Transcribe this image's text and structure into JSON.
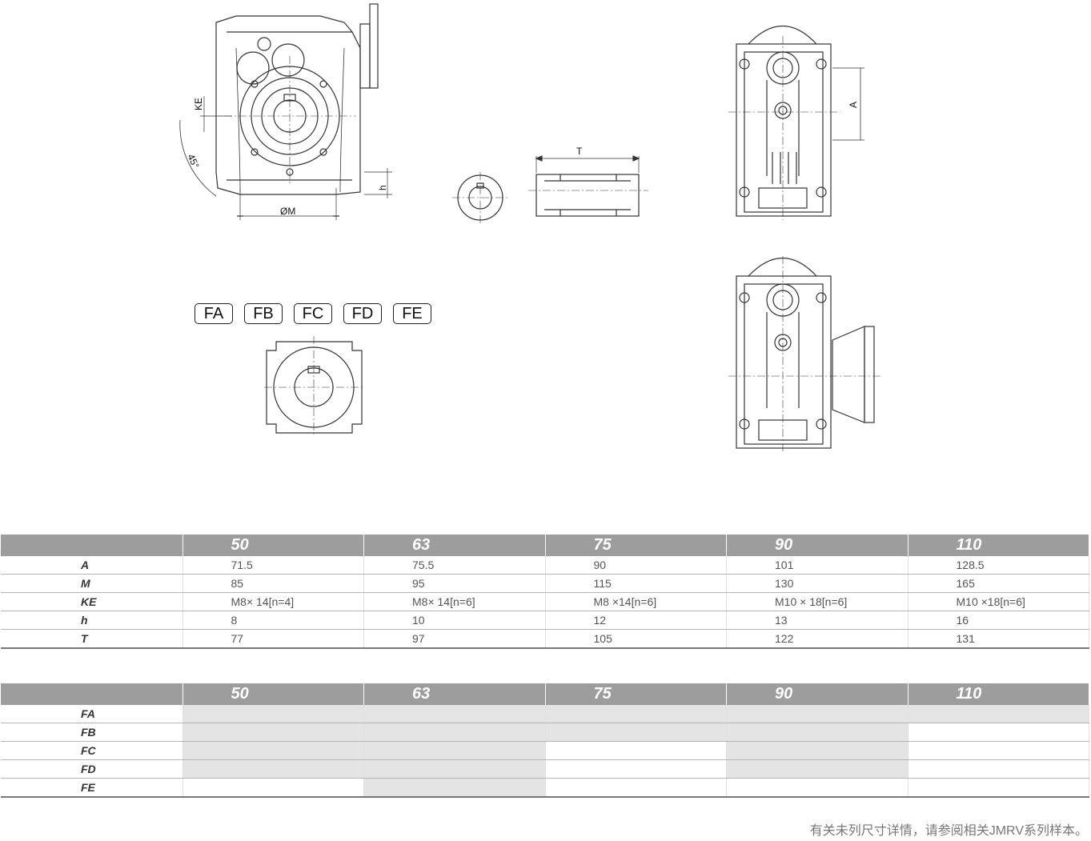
{
  "drawing_labels": {
    "ke": "KE",
    "angle": "45°",
    "diameter": "ØM",
    "h": "h",
    "t": "T",
    "a": "A"
  },
  "flange_labels": [
    "FA",
    "FB",
    "FC",
    "FD",
    "FE"
  ],
  "dimension_table": {
    "columns": [
      "50",
      "63",
      "75",
      "90",
      "110"
    ],
    "rows": [
      {
        "label": "A",
        "values": [
          "71.5",
          "75.5",
          "90",
          "101",
          "128.5"
        ]
      },
      {
        "label": "M",
        "values": [
          "85",
          "95",
          "115",
          "130",
          "165"
        ]
      },
      {
        "label": "KE",
        "values": [
          "M8× 14[n=4]",
          "M8× 14[n=6]",
          "M8 ×14[n=6]",
          "M10 × 18[n=6]",
          "M10 ×18[n=6]"
        ]
      },
      {
        "label": "h",
        "values": [
          "8",
          "10",
          "12",
          "13",
          "16"
        ]
      },
      {
        "label": "T",
        "values": [
          "77",
          "97",
          "105",
          "122",
          "131"
        ]
      }
    ]
  },
  "flange_table": {
    "columns": [
      "50",
      "63",
      "75",
      "90",
      "110"
    ],
    "rows": [
      {
        "label": "FA",
        "available": [
          true,
          true,
          true,
          true,
          true
        ]
      },
      {
        "label": "FB",
        "available": [
          true,
          true,
          true,
          true,
          false
        ]
      },
      {
        "label": "FC",
        "available": [
          true,
          true,
          false,
          true,
          false
        ]
      },
      {
        "label": "FD",
        "available": [
          true,
          true,
          false,
          true,
          false
        ]
      },
      {
        "label": "FE",
        "available": [
          false,
          true,
          false,
          false,
          false
        ]
      }
    ],
    "available_color": "#e4e4e4"
  },
  "footnote": "有关未列尺寸详情，请参阅相关JMRV系列样本。"
}
